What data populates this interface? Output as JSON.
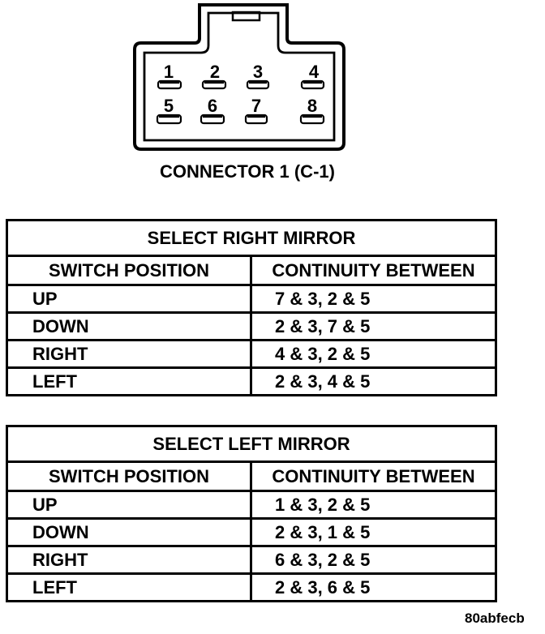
{
  "colors": {
    "ink": "#000000",
    "paper": "#ffffff"
  },
  "connector": {
    "label": "CONNECTOR 1 (C-1)",
    "pins": [
      "1",
      "2",
      "3",
      "4",
      "5",
      "6",
      "7",
      "8"
    ]
  },
  "tables": [
    {
      "title": "SELECT RIGHT MIRROR",
      "columns": [
        "SWITCH POSITION",
        "CONTINUITY BETWEEN"
      ],
      "rows": [
        {
          "position": "UP",
          "continuity": "7 & 3, 2 & 5"
        },
        {
          "position": "DOWN",
          "continuity": "2 & 3, 7 & 5"
        },
        {
          "position": "RIGHT",
          "continuity": "4 & 3, 2 & 5"
        },
        {
          "position": "LEFT",
          "continuity": "2 & 3, 4 & 5"
        }
      ]
    },
    {
      "title": "SELECT LEFT MIRROR",
      "columns": [
        "SWITCH POSITION",
        "CONTINUITY BETWEEN"
      ],
      "rows": [
        {
          "position": "UP",
          "continuity": "1 & 3, 2 & 5"
        },
        {
          "position": "DOWN",
          "continuity": "2 & 3, 1 & 5"
        },
        {
          "position": "RIGHT",
          "continuity": "6 & 3, 2 & 5"
        },
        {
          "position": "LEFT",
          "continuity": "2 & 3, 6 & 5"
        }
      ]
    }
  ],
  "watermark": "80abfecb"
}
